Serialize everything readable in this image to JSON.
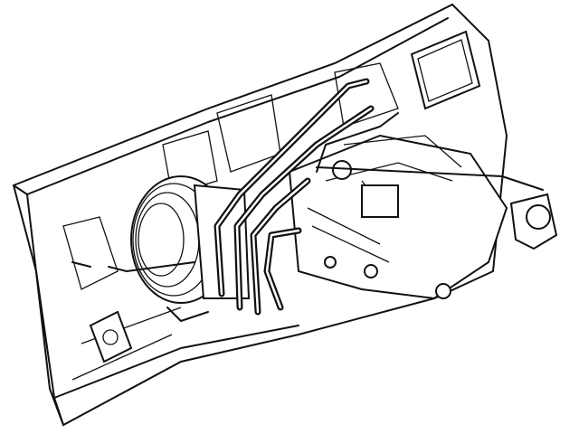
{
  "diagram": {
    "style": "black-and-white line illustration",
    "colors": {
      "line": "#111111",
      "background": "#ffffff"
    },
    "parts": [
      "firewall-panel",
      "brake-booster",
      "vacuum-hoses",
      "intake-manifold",
      "throttle-body",
      "throttle-cable",
      "inspection-cover",
      "bracket"
    ]
  }
}
